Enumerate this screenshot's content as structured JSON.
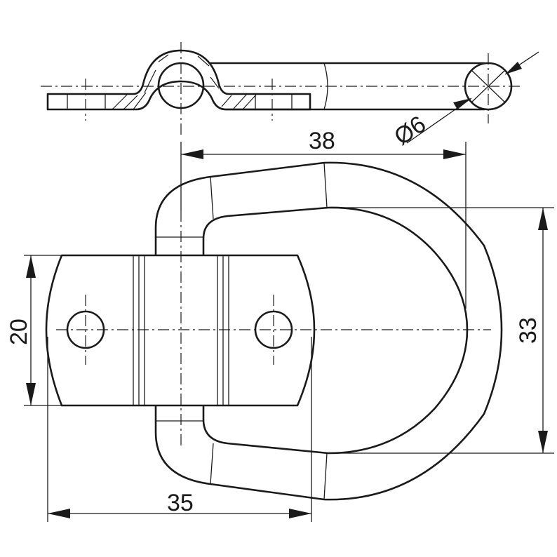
{
  "drawing": {
    "dimensions": {
      "ring_diameter": "Ø6",
      "ring_span": "38",
      "ring_height": "33",
      "plate_height": "20",
      "plate_width": "35"
    }
  }
}
